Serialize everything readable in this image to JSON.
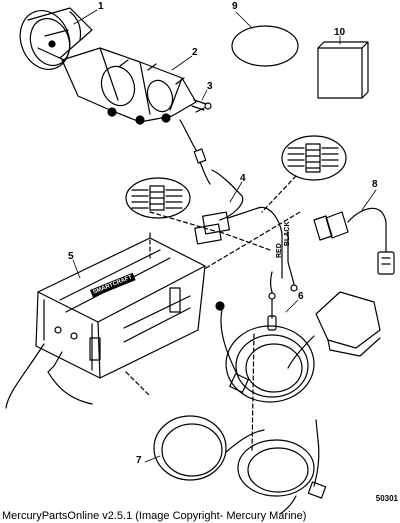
{
  "callouts": {
    "n1": "1",
    "n2": "2",
    "n3": "3",
    "n4": "4",
    "n5": "5",
    "n6": "6",
    "n7": "7",
    "n8": "8",
    "n9": "9",
    "n10": "10"
  },
  "wire_labels": {
    "red": "RED",
    "black": "BLACK"
  },
  "module_brand": "SMARTCRAFT",
  "figure_id": "50301",
  "footer": "MercuryPartsOnline v2.5.1 (Image Copyright- Mercury Marine)"
}
